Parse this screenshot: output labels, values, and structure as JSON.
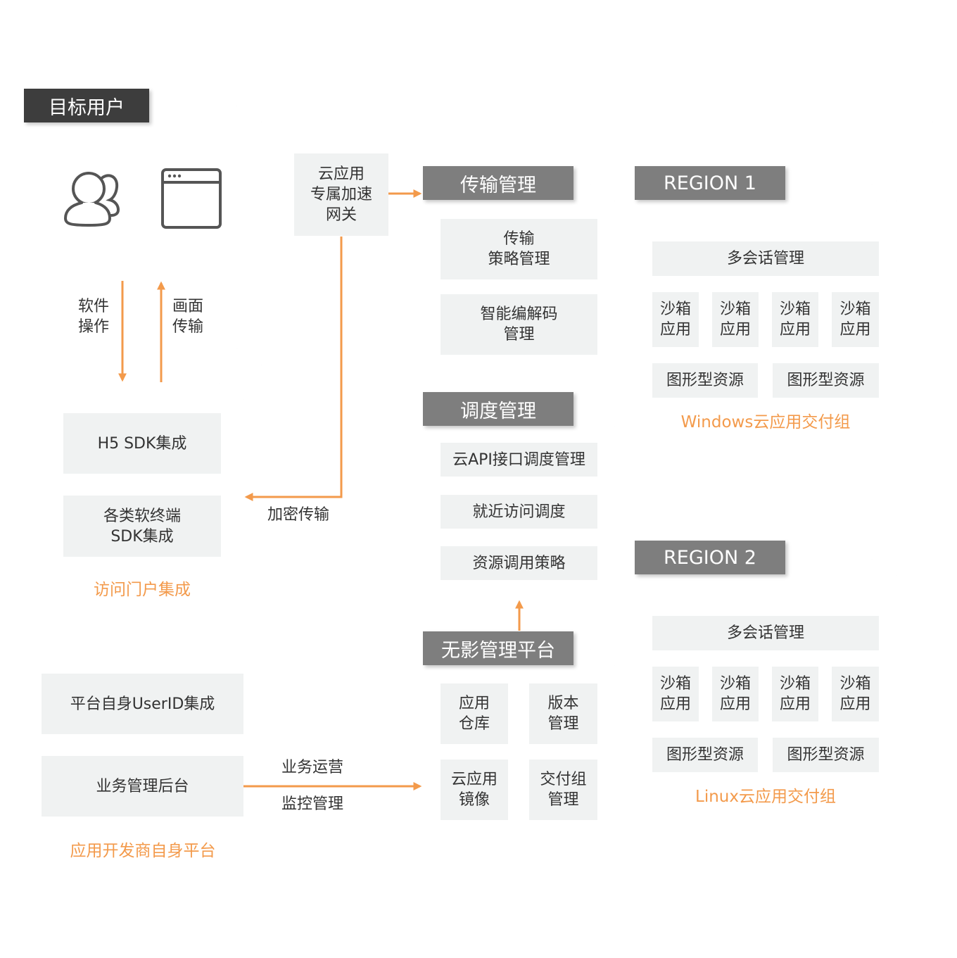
{
  "target_users": {
    "title": "目标用户",
    "icons": [
      "users-icon",
      "browser-window-icon"
    ]
  },
  "arrows": {
    "software_ops": "软件\n操作",
    "screen_transfer": "画面\n传输",
    "encrypted_transfer": "加密传输",
    "biz_ops": "业务运营",
    "monitor_mgmt": "监控管理"
  },
  "gateway": {
    "label": "云应用\n专属加速\n网关"
  },
  "developer_platform": {
    "portal": {
      "items": [
        "H5 SDK集成",
        "各类软终端\nSDK集成"
      ],
      "caption": "访问门户集成"
    },
    "items": [
      "平台自身UserID集成",
      "业务管理后台"
    ],
    "caption": "应用开发商自身平台"
  },
  "transfer_mgmt": {
    "title": "传输管理",
    "items": [
      "传输\n策略管理",
      "智能编解码\n管理"
    ]
  },
  "schedule_mgmt": {
    "title": "调度管理",
    "items": [
      "云API接口调度管理",
      "就近访问调度",
      "资源调用策略"
    ]
  },
  "wuying": {
    "title": "无影管理平台",
    "items": [
      "应用\n仓库",
      "版本\n管理",
      "云应用\n镜像",
      "交付组\n管理"
    ]
  },
  "regions": [
    {
      "title": "REGION 1",
      "multi_session": "多会话管理",
      "sandboxes": [
        "沙箱\n应用",
        "沙箱\n应用",
        "沙箱\n应用",
        "沙箱\n应用"
      ],
      "resources": [
        "图形型资源",
        "图形型资源"
      ],
      "caption": "Windows云应用交付组"
    },
    {
      "title": "REGION 2",
      "multi_session": "多会话管理",
      "sandboxes": [
        "沙箱\n应用",
        "沙箱\n应用",
        "沙箱\n应用",
        "沙箱\n应用"
      ],
      "resources": [
        "图形型资源",
        "图形型资源"
      ],
      "caption": "Linux云应用交付组"
    }
  ],
  "colors": {
    "accent": "#f39a4b",
    "tag_dark": "#3d3d3d",
    "tag_gray": "#7e7e7e",
    "box_bg": "#f0f2f2"
  }
}
